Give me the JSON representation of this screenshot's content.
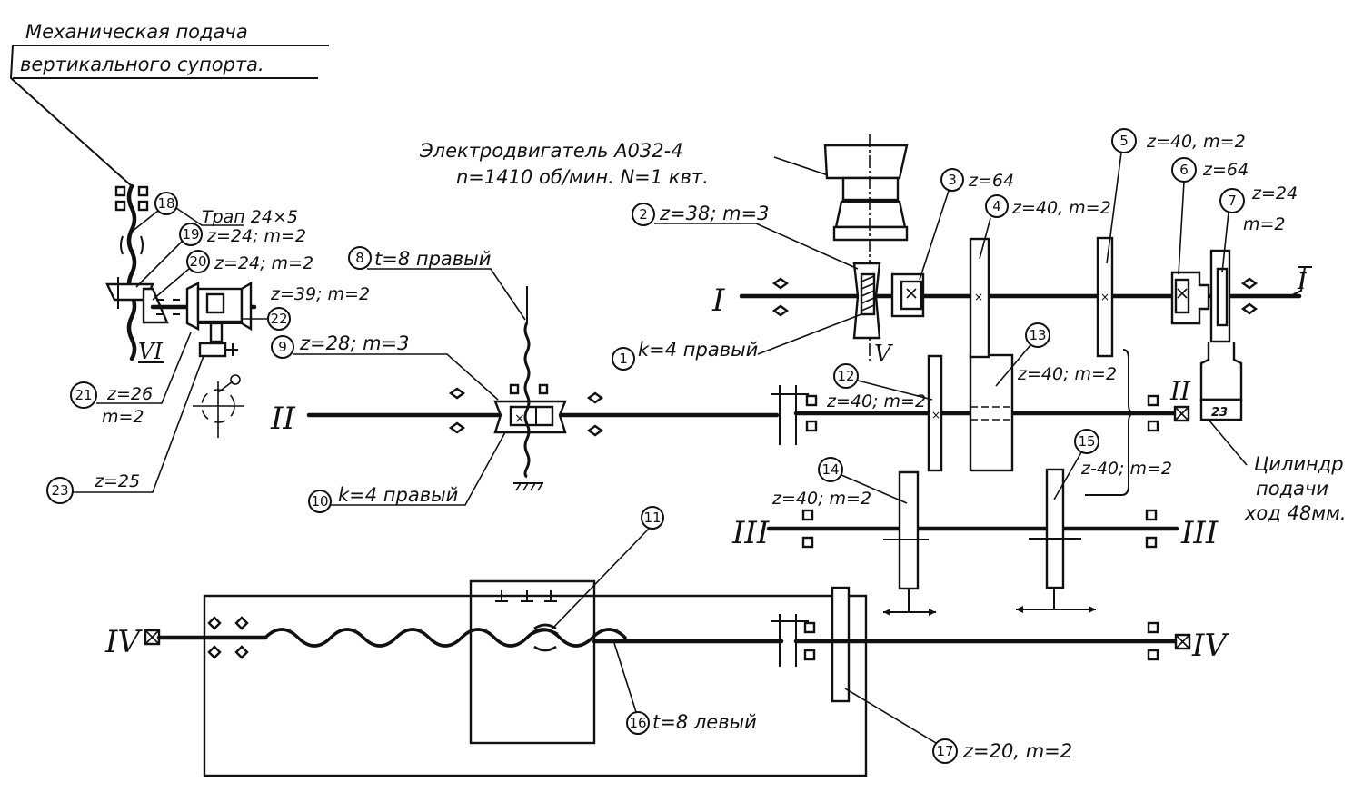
{
  "title": {
    "line1": "Механическая подача",
    "line2": "вертикального супорта."
  },
  "motor": {
    "line1": "Электродвигатель А032-4",
    "line2": "n=1410 об/мин. N=1 квт."
  },
  "shafts": {
    "I": "I",
    "II": "II",
    "III": "III",
    "IV": "IV",
    "V": "V",
    "VI": "VI"
  },
  "parts": [
    {
      "id": "1",
      "label": "k=4 правый"
    },
    {
      "id": "2",
      "label": "z=38; m=3"
    },
    {
      "id": "3",
      "label": "z=64"
    },
    {
      "id": "4",
      "label": "z=40, m=2"
    },
    {
      "id": "5",
      "label": "z=40, m=2"
    },
    {
      "id": "6",
      "label": "z=64"
    },
    {
      "id": "7",
      "label": "z=24",
      "label2": "m=2"
    },
    {
      "id": "8",
      "label": "t=8 правый"
    },
    {
      "id": "9",
      "label": "z=28; m=3"
    },
    {
      "id": "10",
      "label": "k=4 правый"
    },
    {
      "id": "11",
      "label": ""
    },
    {
      "id": "12",
      "label": "z=40; m=2"
    },
    {
      "id": "13",
      "label": "z=40; m=2"
    },
    {
      "id": "14",
      "label": "z=40; m=2"
    },
    {
      "id": "15",
      "label": "z-40; m=2"
    },
    {
      "id": "16",
      "label": "t=8 левый"
    },
    {
      "id": "17",
      "label": "z=20, m=2"
    },
    {
      "id": "18",
      "label": "Трап 24×5"
    },
    {
      "id": "19",
      "label": "z=24; m=2"
    },
    {
      "id": "20",
      "label": "z=24; m=2"
    },
    {
      "id": "21",
      "label": "z=26",
      "label2": "m=2"
    },
    {
      "id": "22",
      "label": "z=39; m=2"
    },
    {
      "id": "23",
      "label": "z=25"
    }
  ],
  "cylinder": {
    "tag": "23",
    "line1": "Цилиндр",
    "line2": "подачи",
    "line3": "ход 48мм."
  }
}
